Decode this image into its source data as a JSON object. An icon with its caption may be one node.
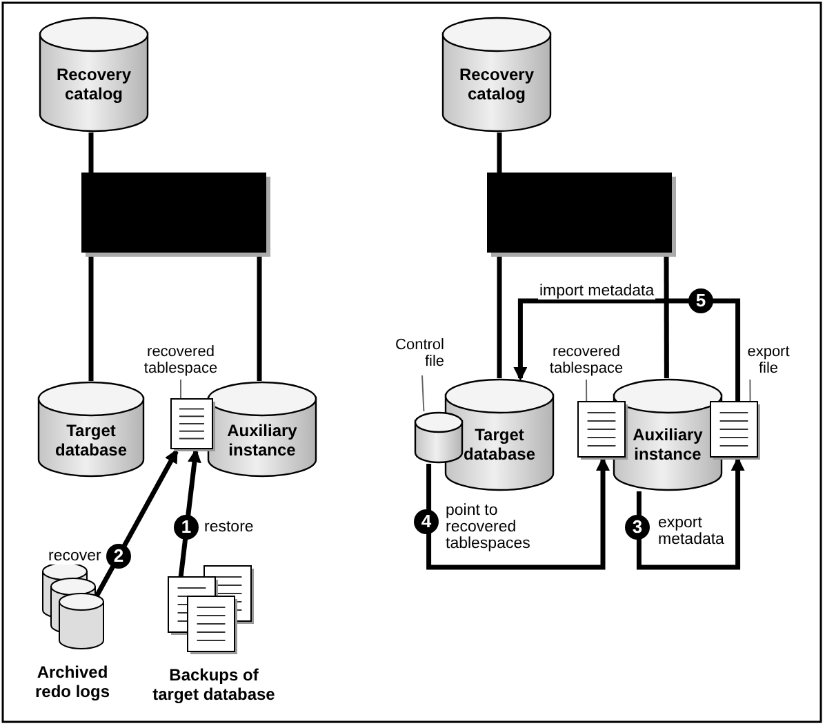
{
  "diagram": {
    "nodes": [
      {
        "text": [
          "Recovery catalog"
        ]
      },
      {
        "text": [],
        "shape": "box"
      },
      {
        "text": [
          "Target database"
        ]
      },
      {
        "text": [
          "recovered tablespace"
        ]
      },
      {
        "text": [],
        "shape": "document"
      },
      {
        "text": [
          "Auxiliary instance"
        ]
      },
      {
        "text": [
          "Archived redo logs"
        ]
      },
      {
        "text": [
          "Backups of target database"
        ]
      },
      {
        "text": [
          "Recovery catalog"
        ]
      },
      {
        "text": [],
        "shape": "box"
      },
      {
        "text": [
          "Control file"
        ]
      },
      {
        "text": [],
        "shape": "cylinder"
      },
      {
        "text": [
          "Target database"
        ]
      },
      {
        "text": [
          "recovered tablespace"
        ]
      },
      {
        "text": [],
        "shape": "document"
      },
      {
        "text": [
          "Auxiliary instance"
        ]
      },
      {
        "text": [
          "export file"
        ]
      },
      {
        "text": [],
        "shape": "document"
      }
    ],
    "edges": [
      {
        "from": 0,
        "to": 1,
        "arrow": "none"
      },
      {
        "from": 1,
        "to": 2,
        "arrow": "none"
      },
      {
        "from": 1,
        "to": 5,
        "arrow": "none"
      },
      {
        "from": 3,
        "to": 4,
        "arrow": "none",
        "color": "#666666"
      },
      {
        "from": 7,
        "to": 4,
        "arrow": "to",
        "label": "restore"
      },
      {
        "from": 6,
        "to": 4,
        "arrow": "to",
        "label": "recover"
      },
      {
        "from": 8,
        "to": 9,
        "arrow": "none"
      },
      {
        "from": 9,
        "to": 12,
        "arrow": "none"
      },
      {
        "from": 9,
        "to": 15,
        "arrow": "none"
      },
      {
        "from": 10,
        "to": 11,
        "arrow": "none",
        "color": "#666666"
      },
      {
        "from": 13,
        "to": 14,
        "arrow": "none",
        "color": "#666666"
      },
      {
        "from": 16,
        "to": 17,
        "arrow": "none",
        "color": "#666666"
      },
      {
        "from": 11,
        "to": 14,
        "arrow": "to",
        "label": "point to recovered tablespaces"
      },
      {
        "from": 15,
        "to": 17,
        "arrow": "to",
        "label": "export metadata"
      },
      {
        "from": 17,
        "to": 12,
        "arrow": "to",
        "label": "import metadata"
      }
    ],
    "labels": [
      "5",
      "1",
      "4",
      "3",
      "2"
    ]
  }
}
